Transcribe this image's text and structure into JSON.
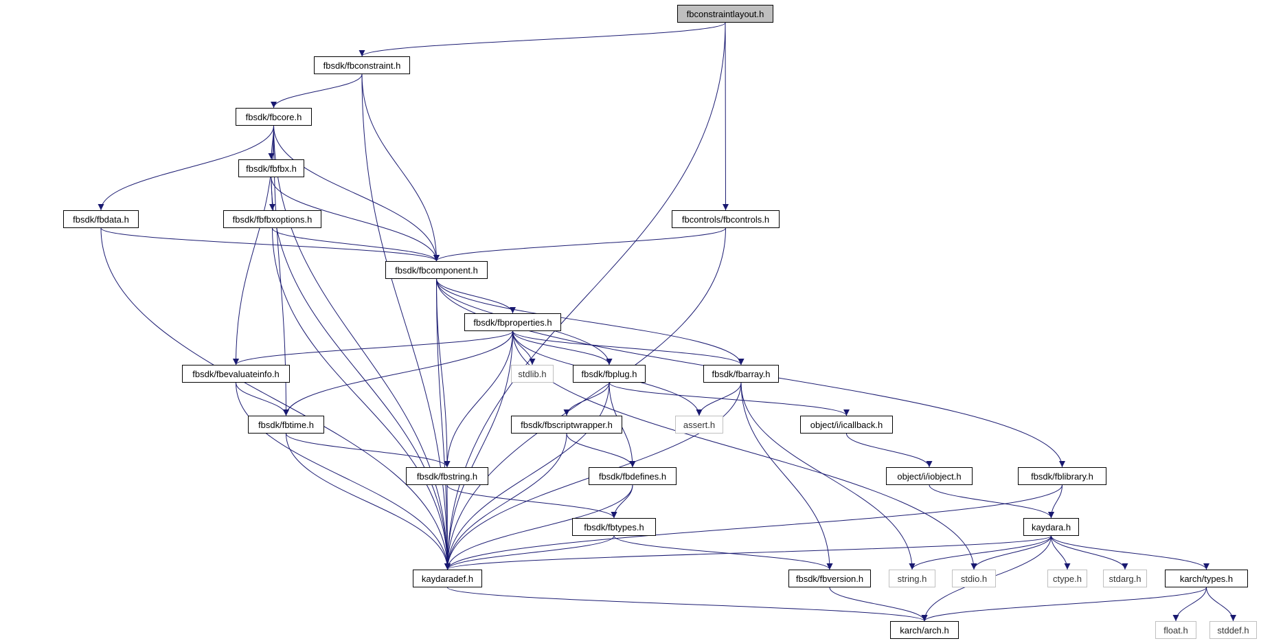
{
  "colors": {
    "edge": "#191970",
    "node_border": "#000000",
    "system_border": "#bfbfbf",
    "root_fill": "#bfbfbf"
  },
  "nodes": [
    {
      "id": "fbconstraintlayout",
      "label": "fbconstraintlayout.h",
      "kind": "root"
    },
    {
      "id": "fbconstraint",
      "label": "fbsdk/fbconstraint.h",
      "kind": "normal"
    },
    {
      "id": "fbcore",
      "label": "fbsdk/fbcore.h",
      "kind": "normal"
    },
    {
      "id": "fbfbx",
      "label": "fbsdk/fbfbx.h",
      "kind": "normal"
    },
    {
      "id": "fbdata",
      "label": "fbsdk/fbdata.h",
      "kind": "normal"
    },
    {
      "id": "fbfbxoptions",
      "label": "fbsdk/fbfbxoptions.h",
      "kind": "normal"
    },
    {
      "id": "fbcontrols",
      "label": "fbcontrols/fbcontrols.h",
      "kind": "normal"
    },
    {
      "id": "fbcomponent",
      "label": "fbsdk/fbcomponent.h",
      "kind": "normal"
    },
    {
      "id": "fbproperties",
      "label": "fbsdk/fbproperties.h",
      "kind": "normal"
    },
    {
      "id": "fbevaluateinfo",
      "label": "fbsdk/fbevaluateinfo.h",
      "kind": "normal"
    },
    {
      "id": "stdlib",
      "label": "stdlib.h",
      "kind": "system"
    },
    {
      "id": "fbplug",
      "label": "fbsdk/fbplug.h",
      "kind": "normal"
    },
    {
      "id": "fbarray",
      "label": "fbsdk/fbarray.h",
      "kind": "normal"
    },
    {
      "id": "fbtime",
      "label": "fbsdk/fbtime.h",
      "kind": "normal"
    },
    {
      "id": "fbscriptwrapper",
      "label": "fbsdk/fbscriptwrapper.h",
      "kind": "normal"
    },
    {
      "id": "assert",
      "label": "assert.h",
      "kind": "system"
    },
    {
      "id": "icallback",
      "label": "object/i/icallback.h",
      "kind": "normal"
    },
    {
      "id": "fbstring",
      "label": "fbsdk/fbstring.h",
      "kind": "normal"
    },
    {
      "id": "fbdefines",
      "label": "fbsdk/fbdefines.h",
      "kind": "normal"
    },
    {
      "id": "iobject",
      "label": "object/i/iobject.h",
      "kind": "normal"
    },
    {
      "id": "fblibrary",
      "label": "fbsdk/fblibrary.h",
      "kind": "normal"
    },
    {
      "id": "fbtypes",
      "label": "fbsdk/fbtypes.h",
      "kind": "normal"
    },
    {
      "id": "kaydara",
      "label": "kaydara.h",
      "kind": "normal"
    },
    {
      "id": "kaydaradef",
      "label": "kaydaradef.h",
      "kind": "normal"
    },
    {
      "id": "fbversion",
      "label": "fbsdk/fbversion.h",
      "kind": "normal"
    },
    {
      "id": "string",
      "label": "string.h",
      "kind": "system"
    },
    {
      "id": "stdio",
      "label": "stdio.h",
      "kind": "system"
    },
    {
      "id": "ctype",
      "label": "ctype.h",
      "kind": "system"
    },
    {
      "id": "stdarg",
      "label": "stdarg.h",
      "kind": "system"
    },
    {
      "id": "karchtypes",
      "label": "karch/types.h",
      "kind": "normal"
    },
    {
      "id": "karcharch",
      "label": "karch/arch.h",
      "kind": "normal"
    },
    {
      "id": "float",
      "label": "float.h",
      "kind": "system"
    },
    {
      "id": "stddef",
      "label": "stddef.h",
      "kind": "system"
    }
  ],
  "edges": [
    [
      "fbconstraintlayout",
      "fbconstraint"
    ],
    [
      "fbconstraintlayout",
      "fbcontrols"
    ],
    [
      "fbconstraintlayout",
      "kaydaradef"
    ],
    [
      "fbconstraint",
      "fbcore"
    ],
    [
      "fbconstraint",
      "fbcomponent"
    ],
    [
      "fbconstraint",
      "kaydaradef"
    ],
    [
      "fbcore",
      "fbfbx"
    ],
    [
      "fbcore",
      "fbdata"
    ],
    [
      "fbcore",
      "fbcomponent"
    ],
    [
      "fbcore",
      "fbevaluateinfo"
    ],
    [
      "fbcore",
      "fbtime"
    ],
    [
      "fbcore",
      "kaydaradef"
    ],
    [
      "fbfbx",
      "fbfbxoptions"
    ],
    [
      "fbfbx",
      "fbcomponent"
    ],
    [
      "fbfbx",
      "kaydaradef"
    ],
    [
      "fbdata",
      "fbcomponent"
    ],
    [
      "fbdata",
      "kaydaradef"
    ],
    [
      "fbfbxoptions",
      "fbcomponent"
    ],
    [
      "fbfbxoptions",
      "kaydaradef"
    ],
    [
      "fbcontrols",
      "fbcomponent"
    ],
    [
      "fbcontrols",
      "kaydaradef"
    ],
    [
      "fbcomponent",
      "fbproperties"
    ],
    [
      "fbcomponent",
      "fbplug"
    ],
    [
      "fbcomponent",
      "fbarray"
    ],
    [
      "fbcomponent",
      "fbstring"
    ],
    [
      "fbcomponent",
      "fblibrary"
    ],
    [
      "fbcomponent",
      "kaydaradef"
    ],
    [
      "fbproperties",
      "fbevaluateinfo"
    ],
    [
      "fbproperties",
      "stdlib"
    ],
    [
      "fbproperties",
      "fbplug"
    ],
    [
      "fbproperties",
      "fbarray"
    ],
    [
      "fbproperties",
      "fbtime"
    ],
    [
      "fbproperties",
      "fbstring"
    ],
    [
      "fbproperties",
      "assert"
    ],
    [
      "fbproperties",
      "stdio"
    ],
    [
      "fbproperties",
      "kaydaradef"
    ],
    [
      "fbevaluateinfo",
      "fbtime"
    ],
    [
      "fbevaluateinfo",
      "kaydaradef"
    ],
    [
      "fbplug",
      "fbscriptwrapper"
    ],
    [
      "fbplug",
      "fbdefines"
    ],
    [
      "fbplug",
      "icallback"
    ],
    [
      "fbplug",
      "kaydaradef"
    ],
    [
      "fbarray",
      "assert"
    ],
    [
      "fbarray",
      "string"
    ],
    [
      "fbarray",
      "fbversion"
    ],
    [
      "fbarray",
      "kaydaradef"
    ],
    [
      "fbtime",
      "fbstring"
    ],
    [
      "fbtime",
      "kaydaradef"
    ],
    [
      "fbscriptwrapper",
      "fbdefines"
    ],
    [
      "fbscriptwrapper",
      "kaydaradef"
    ],
    [
      "icallback",
      "iobject"
    ],
    [
      "iobject",
      "kaydara"
    ],
    [
      "fbstring",
      "fbtypes"
    ],
    [
      "fbstring",
      "kaydaradef"
    ],
    [
      "fbdefines",
      "fbtypes"
    ],
    [
      "fbdefines",
      "kaydaradef"
    ],
    [
      "fblibrary",
      "kaydara"
    ],
    [
      "fblibrary",
      "kaydaradef"
    ],
    [
      "fbtypes",
      "fbversion"
    ],
    [
      "fbtypes",
      "kaydaradef"
    ],
    [
      "kaydara",
      "kaydaradef"
    ],
    [
      "kaydara",
      "string"
    ],
    [
      "kaydara",
      "stdio"
    ],
    [
      "kaydara",
      "ctype"
    ],
    [
      "kaydara",
      "stdarg"
    ],
    [
      "kaydara",
      "karchtypes"
    ],
    [
      "kaydara",
      "karcharch"
    ],
    [
      "kaydaradef",
      "karcharch"
    ],
    [
      "fbversion",
      "karcharch"
    ],
    [
      "karchtypes",
      "karcharch"
    ],
    [
      "karchtypes",
      "float"
    ],
    [
      "karchtypes",
      "stddef"
    ]
  ]
}
